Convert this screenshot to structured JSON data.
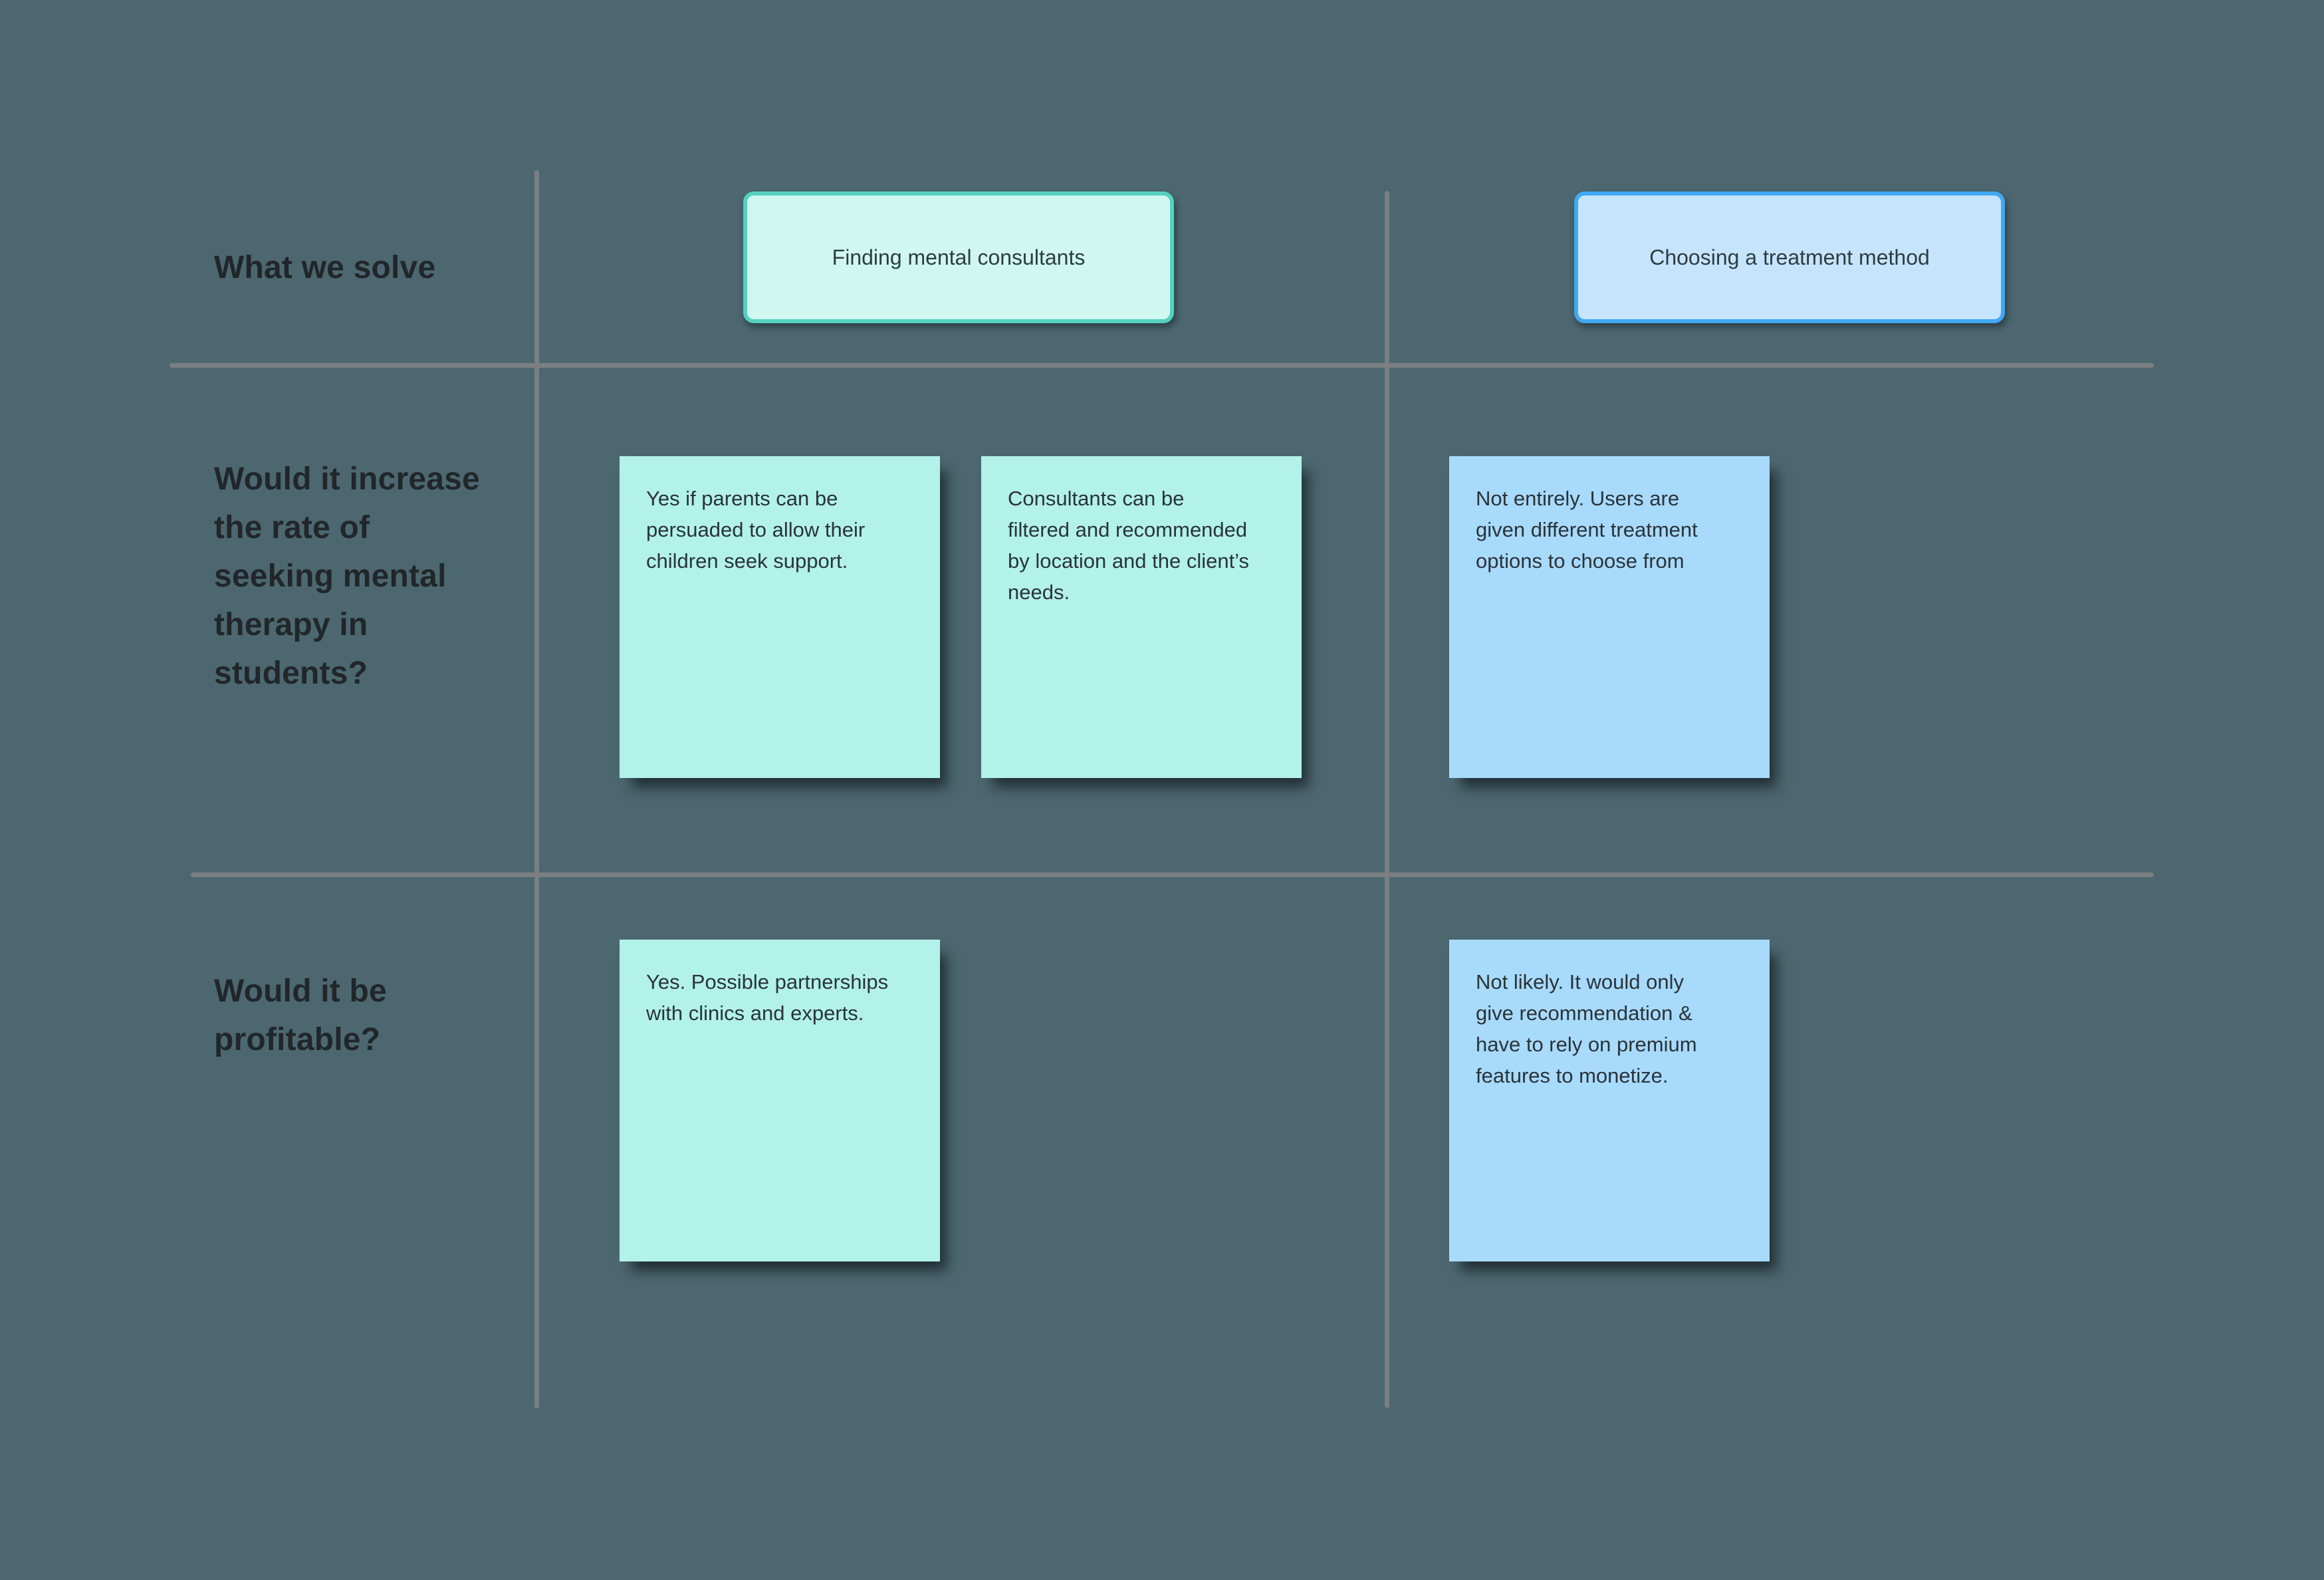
{
  "board": {
    "type": "evaluation-matrix",
    "rows": [
      {
        "label": "What we solve"
      },
      {
        "label": "Would it increase\nthe rate of\nseeking mental\ntherapy in\nstudents?"
      },
      {
        "label": "Would it be\nprofitable?"
      }
    ],
    "columns": [
      {
        "label": "Finding mental consultants",
        "fill": "#d0f8f0",
        "border": "#54d1c2"
      },
      {
        "label": "Choosing a treatment method",
        "fill": "#c6e5fd",
        "border": "#41a8f3"
      }
    ],
    "notes": [
      {
        "row_index": 1,
        "column_index": 0,
        "color": "#b2f2e8",
        "text": "Yes if parents can be\npersuaded to allow their\nchildren seek support."
      },
      {
        "row_index": 1,
        "column_index": 0,
        "color": "#b2f2e8",
        "text": "Consultants can be\nfiltered and recommended\nby location and the client’s\nneeds."
      },
      {
        "row_index": 1,
        "column_index": 1,
        "color": "#a8dafc",
        "text": "Not entirely. Users are\ngiven different treatment\noptions to choose from"
      },
      {
        "row_index": 2,
        "column_index": 0,
        "color": "#b2f2e8",
        "text": "Yes. Possible partnerships\nwith clinics and experts."
      },
      {
        "row_index": 2,
        "column_index": 1,
        "color": "#a8dafc",
        "text": "Not likely. It would only\ngive recommendation &\nhave to rely on premium\nfeatures to monetize."
      }
    ]
  },
  "colors": {
    "canvas_background": "#4c6770",
    "grid_line": "#7b7f81",
    "sticky_mint": "#b2f2e8",
    "sticky_blue": "#a8dafc",
    "pill_teal_fill": "#d0f8f0",
    "pill_teal_border": "#54d1c2",
    "pill_blue_fill": "#c6e5fd",
    "pill_blue_border": "#41a8f3",
    "row_label_text": "#212629",
    "note_text": "#2a3338",
    "pill_text": "#2d3c42"
  }
}
